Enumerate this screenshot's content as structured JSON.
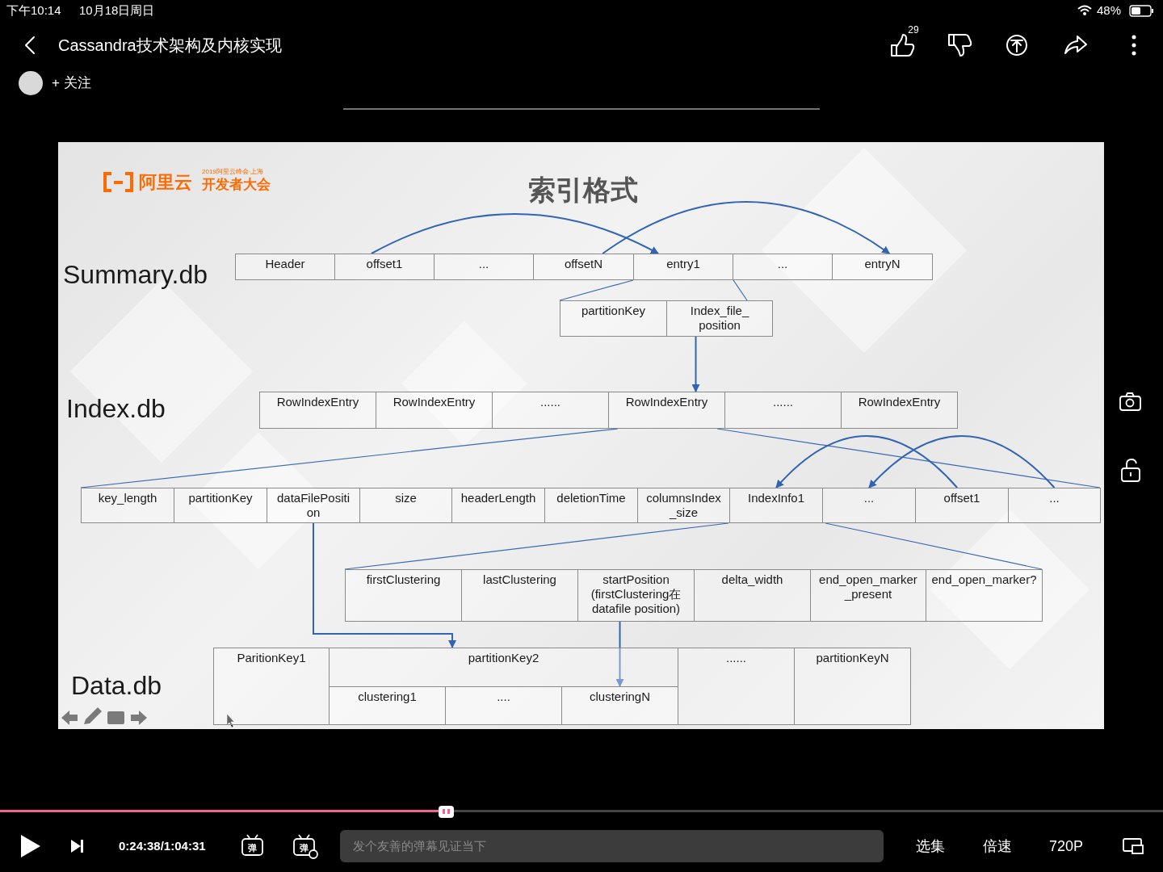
{
  "diagram": {
    "title": "索引格式",
    "nodes": [
      {
        "text": [
          "Header"
        ]
      },
      {
        "text": [
          "offset1"
        ]
      },
      {
        "text": [
          "..."
        ]
      },
      {
        "text": [
          "offsetN"
        ]
      },
      {
        "text": [
          "entry1"
        ]
      },
      {
        "text": [
          "..."
        ]
      },
      {
        "text": [
          "entryN"
        ]
      },
      {
        "text": [
          "partitionKey"
        ]
      },
      {
        "text": [
          "Index_file_ position"
        ]
      },
      {
        "text": [
          "RowIndexEntry"
        ]
      },
      {
        "text": [
          "RowIndexEntry"
        ]
      },
      {
        "text": [
          "......"
        ]
      },
      {
        "text": [
          "RowIndexEntry"
        ]
      },
      {
        "text": [
          "......"
        ]
      },
      {
        "text": [
          "RowIndexEntry"
        ]
      },
      {
        "text": [
          "key_length"
        ]
      },
      {
        "text": [
          "partitionKey"
        ]
      },
      {
        "text": [
          "dataFilePositi on"
        ]
      },
      {
        "text": [
          "size"
        ]
      },
      {
        "text": [
          "headerLength"
        ]
      },
      {
        "text": [
          "deletionTime"
        ]
      },
      {
        "text": [
          "columnsIndex _size"
        ]
      },
      {
        "text": [
          "IndexInfo1"
        ]
      },
      {
        "text": [
          "..."
        ]
      },
      {
        "text": [
          "offset1"
        ]
      },
      {
        "text": [
          "..."
        ]
      },
      {
        "text": [
          "firstClustering"
        ]
      },
      {
        "text": [
          "lastClustering"
        ]
      },
      {
        "text": [
          "startPosition (firstClustering在 datafile position)"
        ]
      },
      {
        "text": [
          "delta_width"
        ]
      },
      {
        "text": [
          "end_open_marker _present"
        ]
      },
      {
        "text": [
          "end_open_marker?"
        ]
      },
      {
        "text": [
          "ParitionKey1"
        ]
      },
      {
        "text": [
          "partitionKey2"
        ]
      },
      {
        "text": [
          "clustering1"
        ],
        "in": 33
      },
      {
        "text": [
          "...."
        ],
        "in": 33
      },
      {
        "text": [
          "clusteringN"
        ],
        "in": 33
      },
      {
        "text": [
          "......"
        ]
      },
      {
        "text": [
          "partitionKeyN"
        ]
      }
    ],
    "edges": [
      {
        "from": 1,
        "to": 4,
        "arrow": "to"
      },
      {
        "from": 3,
        "to": 6,
        "arrow": "to"
      },
      {
        "from": 8,
        "to": 12,
        "arrow": "to"
      },
      {
        "from": 24,
        "to": 22,
        "arrow": "to"
      },
      {
        "from": 25,
        "to": 23,
        "arrow": "to"
      },
      {
        "from": 17,
        "to": 33,
        "arrow": "to"
      },
      {
        "from": 28,
        "to": 36,
        "arrow": "to"
      }
    ],
    "labels": [
      "下午10:14",
      "10月18日周日",
      "48%",
      "Cassandra技术架构及内核实现",
      "29",
      "+ 关注",
      "阿里云",
      "2019阿里云峰会·上海",
      "开发者大会",
      "Summary.db",
      "Index.db",
      "Data.db",
      "0:24:38/1:04:31",
      "弹",
      "弹",
      "发个友善的弹幕见证当下",
      "选集",
      "倍速",
      "720P"
    ]
  }
}
